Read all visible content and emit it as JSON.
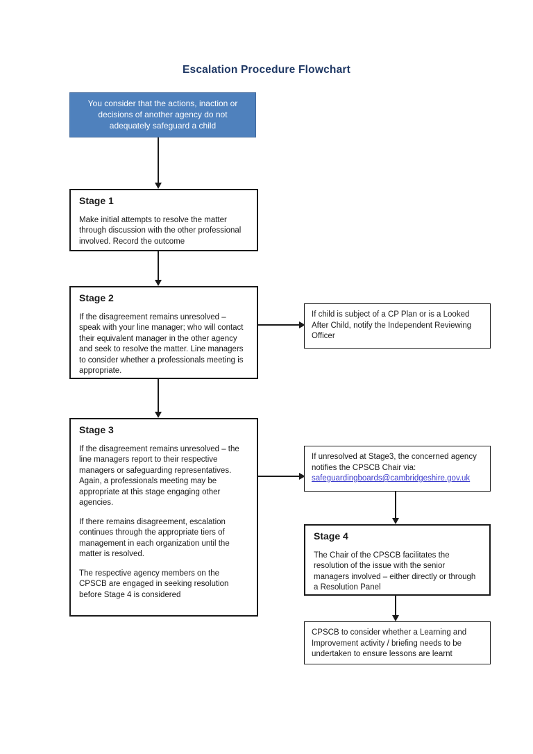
{
  "title": "Escalation Procedure Flowchart",
  "colors": {
    "title_text": "#1F3864",
    "start_box_bg": "#4F81BD",
    "link": "#3B3BCC",
    "box_border": "#1A1A1A"
  },
  "flow": {
    "start": "You consider that the actions, inaction or decisions of another agency do not adequately safeguard a child",
    "stage1": {
      "heading": "Stage 1",
      "body": "Make initial attempts to resolve the matter through discussion with the other professional involved. Record the outcome"
    },
    "stage2": {
      "heading": "Stage 2",
      "body": "If the disagreement remains unresolved – speak with your line manager; who will contact their equivalent manager in the other agency and seek to resolve the matter. Line managers to consider whether a professionals meeting is appropriate."
    },
    "cp_note": "If child is subject of a CP Plan or is a Looked After Child, notify the Independent Reviewing Officer",
    "stage3": {
      "heading": "Stage 3",
      "para1": "If the disagreement remains unresolved – the line managers report to their respective managers or safeguarding representatives. Again, a professionals meeting may be appropriate at this stage engaging other agencies.",
      "para2": "If there remains disagreement, escalation continues through the appropriate tiers of management in each organization until the matter is resolved.",
      "para3": "The respective agency members on the CPSCB are engaged in seeking resolution before Stage 4 is considered"
    },
    "escalation_note": {
      "text": "If unresolved at Stage3, the concerned agency notifies the CPSCB Chair via:",
      "link": "safeguardingboards@cambridgeshire.gov.uk"
    },
    "stage4": {
      "heading": "Stage 4",
      "body": "The Chair of the CPSCB facilitates the resolution of the issue with the senior managers involved – either directly or through a Resolution Panel"
    },
    "outcome": "CPSCB to consider whether a Learning and Improvement activity / briefing needs to be undertaken to ensure lessons are learnt"
  }
}
